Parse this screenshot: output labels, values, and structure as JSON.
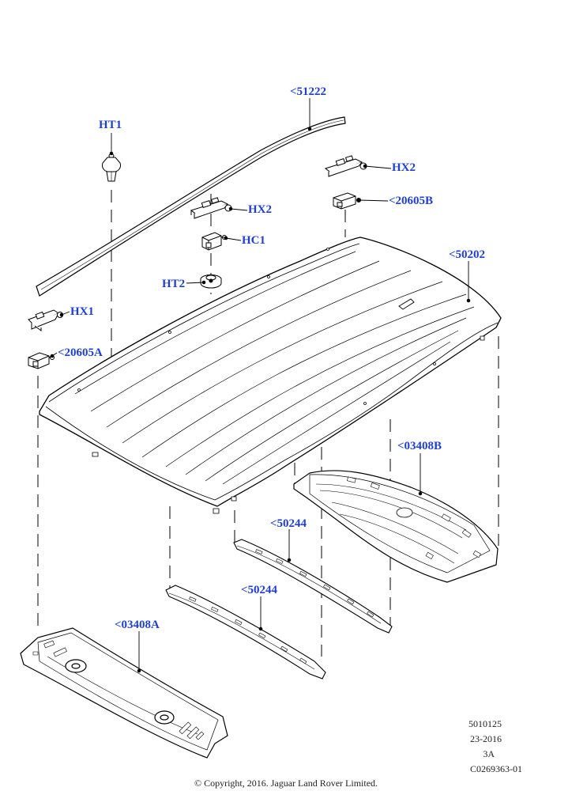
{
  "callouts": {
    "ht1": "HT1",
    "ref_51222": "<51222",
    "hx2_right": "HX2",
    "ref_20605b": "<20605B",
    "hx2_center": "HX2",
    "hc1": "HC1",
    "ht2": "HT2",
    "ref_50202": "<50202",
    "hx1": "HX1",
    "ref_20605a": "<20605A",
    "ref_03408b": "<03408B",
    "ref_50244_upper": "<50244",
    "ref_50244_lower": "<50244",
    "ref_03408a": "<03408A"
  },
  "meta": {
    "illustration_number": "5010125",
    "date_code": "23-2016",
    "revision": "3A",
    "catalog_code": "C0269363-01"
  },
  "copyright": "© Copyright, 2016. Jaguar Land Rover Limited.",
  "colors": {
    "callout_text": "#1f3fd1",
    "line_art": "#000000"
  }
}
